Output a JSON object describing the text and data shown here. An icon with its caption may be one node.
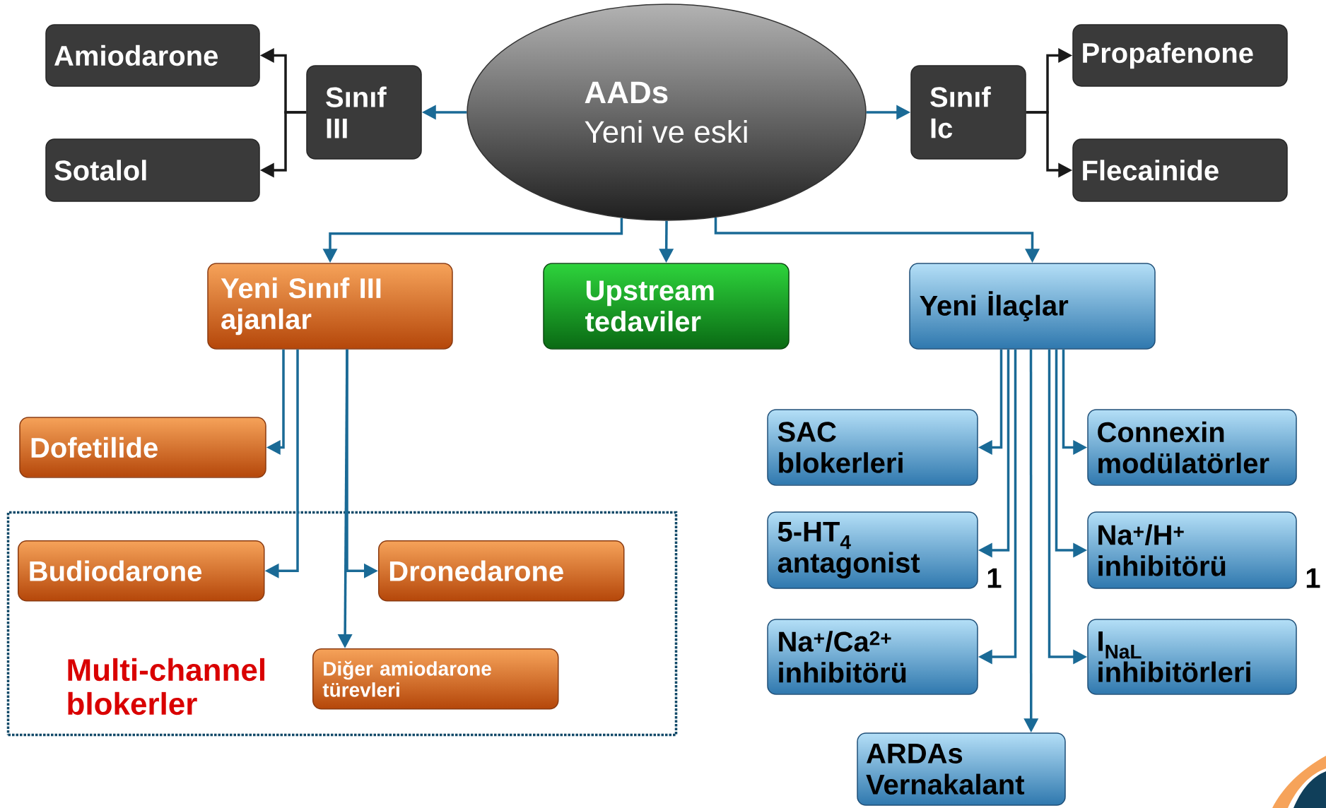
{
  "diagram": {
    "nodes": [
      {
        "text": [
          "AADs",
          "Yeni ve eski"
        ]
      },
      {
        "text": [
          "Sınıf III"
        ]
      },
      {
        "text": [
          "Amiodarone"
        ]
      },
      {
        "text": [
          "Sotalol"
        ]
      },
      {
        "text": [
          "Sınıf Ic"
        ]
      },
      {
        "text": [
          "Propafenone"
        ]
      },
      {
        "text": [
          "Flecainide"
        ]
      },
      {
        "text": [
          "Yeni Sınıf III ajanlar"
        ]
      },
      {
        "text": [
          "Upstream tedaviler"
        ]
      },
      {
        "text": [
          "Yeni İlaçlar"
        ]
      },
      {
        "text": [
          "Dofetilide"
        ]
      },
      {
        "text": [
          "Multi-channel blokerler"
        ]
      },
      {
        "text": [
          "Budiodarone"
        ],
        "in": 11
      },
      {
        "text": [
          "Dronedarone"
        ],
        "in": 11
      },
      {
        "text": [
          "Diğer amiodarone türevleri"
        ],
        "in": 11
      },
      {
        "text": [
          "SAC blokerleri"
        ]
      },
      {
        "text": [
          "Connexin modülatörler"
        ]
      },
      {
        "text": [
          "5-HT$_{4}$ antagonist"
        ],
        "beside": [
          "1"
        ]
      },
      {
        "text": [
          "Na$^{+}$/H$^{+}$ inhibitörü"
        ],
        "beside": [
          "1"
        ]
      },
      {
        "text": [
          "Na$^{+}$/Ca$^{2+}$ inhibitörü"
        ]
      },
      {
        "text": [
          "I$_{NaL}$ inhibitörleri"
        ]
      },
      {
        "text": [
          "ARDAs Vernakalant"
        ]
      }
    ],
    "edges": [
      {
        "from": 0,
        "to": 1,
        "arrow": "to"
      },
      {
        "from": 0,
        "to": 4,
        "arrow": "to"
      },
      {
        "from": 1,
        "to": 2,
        "arrow": "to",
        "color": "#1a1a1a"
      },
      {
        "from": 1,
        "to": 3,
        "arrow": "to",
        "color": "#1a1a1a"
      },
      {
        "from": 4,
        "to": 5,
        "arrow": "to",
        "color": "#1a1a1a"
      },
      {
        "from": 4,
        "to": 6,
        "arrow": "to",
        "color": "#1a1a1a"
      },
      {
        "from": 0,
        "to": 7,
        "arrow": "to"
      },
      {
        "from": 0,
        "to": 8,
        "arrow": "to"
      },
      {
        "from": 0,
        "to": 9,
        "arrow": "to"
      },
      {
        "from": 7,
        "to": 10,
        "arrow": "to"
      },
      {
        "from": 7,
        "to": 12,
        "arrow": "to"
      },
      {
        "from": 7,
        "to": 13,
        "arrow": "to"
      },
      {
        "from": 7,
        "to": 14,
        "arrow": "to"
      },
      {
        "from": 9,
        "to": 15,
        "arrow": "to"
      },
      {
        "from": 9,
        "to": 17,
        "arrow": "to"
      },
      {
        "from": 9,
        "to": 19,
        "arrow": "to"
      },
      {
        "from": 9,
        "to": 16,
        "arrow": "to"
      },
      {
        "from": 9,
        "to": 18,
        "arrow": "to"
      },
      {
        "from": 9,
        "to": 20,
        "arrow": "to"
      },
      {
        "from": 9,
        "to": 21,
        "arrow": "to"
      }
    ]
  }
}
